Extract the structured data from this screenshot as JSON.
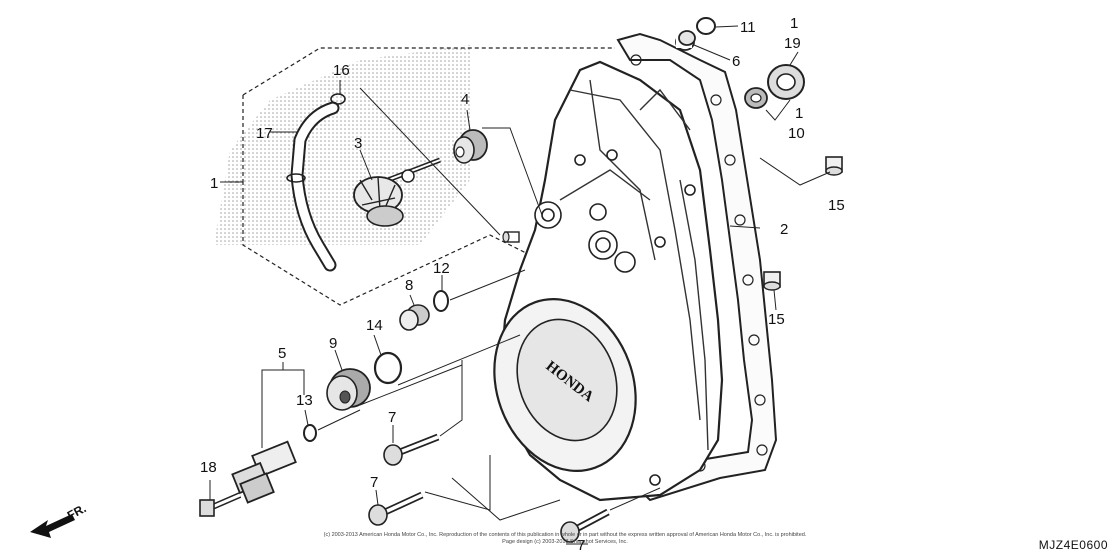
{
  "diagram": {
    "brand_mark": "HONDA",
    "direction_label": "FR.",
    "diagram_code": "MJZ4E0600",
    "copyright_line1": "(c) 2003-2013 American Honda Motor Co., Inc. Reproduction of the contents of this publication in whole or in part without the express written approval of American Honda Motor Co., Inc. is prohibited.",
    "copyright_line2": "Page design (c) 2003-2013 Snapshot Services, Inc.",
    "callouts": {
      "c1a": "1",
      "c1b": "1",
      "c1c": "1",
      "c2": "2",
      "c3": "3",
      "c4": "4",
      "c5": "5",
      "c6": "6",
      "c7a": "7",
      "c7b": "7",
      "c7c": "7",
      "c8": "8",
      "c9": "9",
      "c10": "10",
      "c11": "11",
      "c12": "12",
      "c13": "13",
      "c14": "14",
      "c15a": "15",
      "c15b": "15",
      "c16": "16",
      "c17": "17",
      "c18": "18",
      "c19": "19"
    }
  }
}
